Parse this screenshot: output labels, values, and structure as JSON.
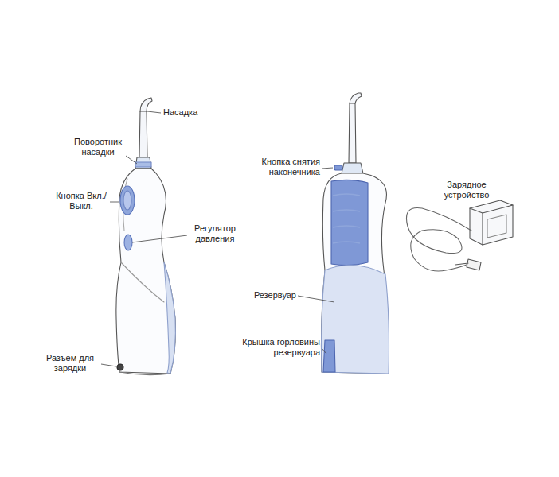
{
  "diagram": {
    "labels": [
      "Насадка",
      "Поворотник насадки",
      "Кнопка Вкл./Выкл.",
      "Регулятор давления",
      "Разъём для зарядки",
      "Кнопка снятия наконечника",
      "Зарядное устройство",
      "Резервуар",
      "Крышка горловины резервуара"
    ]
  }
}
